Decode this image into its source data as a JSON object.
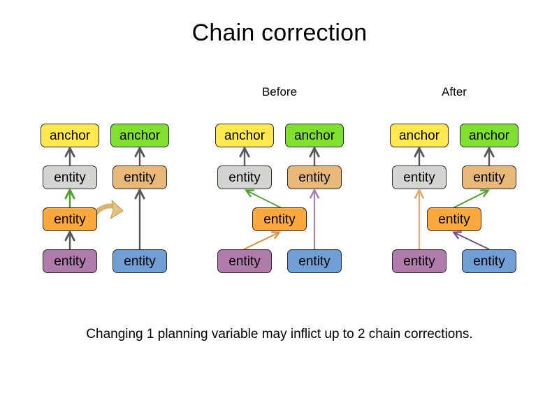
{
  "slide": {
    "title": "Chain correction",
    "caption": "Changing 1 planning variable may inflict up to 2 chain corrections."
  },
  "labels": {
    "before": "Before",
    "after": "After"
  },
  "node_labels": {
    "anchor": "anchor",
    "entity": "entity"
  },
  "colors": {
    "anchor_yellow": "#ffe94e",
    "anchor_green": "#80e030",
    "entity_gray": "#d2d5d0",
    "entity_tan": "#e8b878",
    "entity_orange": "#fba93c",
    "entity_purple": "#b07cac",
    "entity_blue": "#6f9fd4",
    "edge_default": "#595959",
    "edge_green": "#4ea12a",
    "edge_orange_light": "#e08a34",
    "edge_orange_pale": "#e8a96a",
    "edge_purple": "#7a4a8c",
    "edge_purple_pale": "#a982b4",
    "edge_curve_tan": "#d9b46a",
    "background": "#ffffff"
  },
  "panels": [
    {
      "id": "initial",
      "label": null,
      "nodes": [
        {
          "name": "anchor-left",
          "text": "anchor",
          "color_key": "anchor_yellow"
        },
        {
          "name": "anchor-right",
          "text": "anchor",
          "color_key": "anchor_green"
        },
        {
          "name": "entity-gray",
          "text": "entity",
          "color_key": "entity_gray"
        },
        {
          "name": "entity-tan",
          "text": "entity",
          "color_key": "entity_tan"
        },
        {
          "name": "entity-orange",
          "text": "entity",
          "color_key": "entity_orange"
        },
        {
          "name": "entity-purple",
          "text": "entity",
          "color_key": "entity_purple"
        },
        {
          "name": "entity-blue",
          "text": "entity",
          "color_key": "entity_blue"
        }
      ],
      "edges": [
        {
          "from": "entity-gray",
          "to": "anchor-left",
          "color_key": "edge_default"
        },
        {
          "from": "entity-tan",
          "to": "anchor-right",
          "color_key": "edge_default"
        },
        {
          "from": "entity-orange",
          "to": "entity-gray",
          "color_key": "edge_green"
        },
        {
          "from": "entity-purple",
          "to": "entity-orange",
          "color_key": "edge_default"
        },
        {
          "from": "entity-blue",
          "to": "entity-tan",
          "color_key": "edge_default"
        },
        {
          "from": "entity-orange",
          "to": "drag-target",
          "color_key": "edge_curve_tan",
          "style": "curved-drag"
        }
      ]
    },
    {
      "id": "before",
      "label": "Before",
      "nodes": [
        {
          "name": "anchor-left",
          "text": "anchor",
          "color_key": "anchor_yellow"
        },
        {
          "name": "anchor-right",
          "text": "anchor",
          "color_key": "anchor_green"
        },
        {
          "name": "entity-gray",
          "text": "entity",
          "color_key": "entity_gray"
        },
        {
          "name": "entity-tan",
          "text": "entity",
          "color_key": "entity_tan"
        },
        {
          "name": "entity-orange",
          "text": "entity",
          "color_key": "entity_orange"
        },
        {
          "name": "entity-purple",
          "text": "entity",
          "color_key": "entity_purple"
        },
        {
          "name": "entity-blue",
          "text": "entity",
          "color_key": "entity_blue"
        }
      ],
      "edges": [
        {
          "from": "entity-gray",
          "to": "anchor-left",
          "color_key": "edge_default"
        },
        {
          "from": "entity-tan",
          "to": "anchor-right",
          "color_key": "edge_default"
        },
        {
          "from": "entity-orange",
          "to": "entity-gray",
          "color_key": "edge_green"
        },
        {
          "from": "entity-purple",
          "to": "entity-orange",
          "color_key": "edge_orange_light"
        },
        {
          "from": "entity-blue",
          "to": "entity-tan",
          "color_key": "edge_purple_pale"
        }
      ]
    },
    {
      "id": "after",
      "label": "After",
      "nodes": [
        {
          "name": "anchor-left",
          "text": "anchor",
          "color_key": "anchor_yellow"
        },
        {
          "name": "anchor-right",
          "text": "anchor",
          "color_key": "anchor_green"
        },
        {
          "name": "entity-gray",
          "text": "entity",
          "color_key": "entity_gray"
        },
        {
          "name": "entity-tan",
          "text": "entity",
          "color_key": "entity_tan"
        },
        {
          "name": "entity-orange",
          "text": "entity",
          "color_key": "entity_orange"
        },
        {
          "name": "entity-purple",
          "text": "entity",
          "color_key": "entity_purple"
        },
        {
          "name": "entity-blue",
          "text": "entity",
          "color_key": "entity_blue"
        }
      ],
      "edges": [
        {
          "from": "entity-gray",
          "to": "anchor-left",
          "color_key": "edge_default"
        },
        {
          "from": "entity-tan",
          "to": "anchor-right",
          "color_key": "edge_default"
        },
        {
          "from": "entity-purple",
          "to": "entity-gray",
          "color_key": "edge_orange_pale"
        },
        {
          "from": "entity-orange",
          "to": "entity-tan",
          "color_key": "edge_green"
        },
        {
          "from": "entity-blue",
          "to": "entity-orange",
          "color_key": "edge_purple"
        }
      ]
    }
  ]
}
